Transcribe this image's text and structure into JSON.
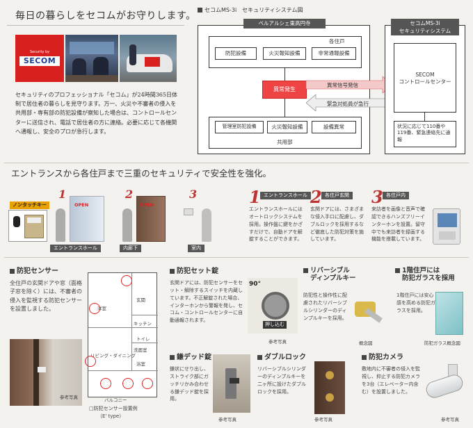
{
  "intro": {
    "headline": "毎日の暮らしをセコムがお守りします。",
    "body": "セキュリティのプロフェッショナル「セコム」が24時間365日体制で居住者の暮らしを見守ります。万一、火災や不審者の侵入を共用部・専有部の防犯設備が察知した場合は、コントロールセンターに送信され、電話で居住者の方に連絡。必要に応じて各機関へ通報し、安全のプロが急行します。",
    "logo_small": "Security by",
    "logo": "SECOM"
  },
  "system": {
    "title": "セコムMS-3i　セキュリティシステム図",
    "building": "ベルアルシェ東高円寺",
    "units_label": "各住戸",
    "unit_devices": [
      "防犯設備",
      "火災報知設備",
      "非常通報設備"
    ],
    "alarm": "異常発生",
    "common_devices": [
      "管理室防犯設備",
      "火災報知設備",
      "設備異常"
    ],
    "common_label": "共用部",
    "signal_send": "異常信号発信",
    "rush": "緊急対処員が急行",
    "ms3i_title_1": "セコムMS-3i",
    "ms3i_title_2": "セキュリティシステム",
    "center_1": "SECOM",
    "center_2": "コントロールセンター",
    "notify": "状況に応じて110番や119番、緊急連絡先に通報"
  },
  "triple": {
    "heading": "エントランスから各住戸まで三重のセキュリティで安全性を強化。",
    "nontouch": "ノンタッチキー",
    "open_1": "OPEN",
    "open_2": "OPEN",
    "num_1": "1",
    "num_2": "2",
    "num_3": "3",
    "scene_1": "エントランスホール",
    "scene_2": "内廊下",
    "scene_3": "室内",
    "steps": [
      {
        "num": "1",
        "label": "エントランスホール",
        "text": "エントランスホールにはオートロックシステムを採用。操作盤に鍵をかざすだけで、自動ドアを解錠することができます。"
      },
      {
        "num": "2",
        "label": "各住戸玄関",
        "text": "玄関ドアには、さまざまな侵入手口に配慮し、ダブルロックを採用するなど徹底した防犯対策を施しています。"
      },
      {
        "num": "3",
        "label": "各住戸内",
        "text": "来訪者を画像と音声で確認できるハンズフリーインターホンを設置。留守中でも来訪者を録画する機能を搭載しています。"
      }
    ]
  },
  "sensor": {
    "title": "防犯センサー",
    "text": "全住戸の玄関ドアや窓（面格子窓を除く）には、不審者の侵入を監視する防犯センサーを設置しました。",
    "photo_caption": "参考写真",
    "plan_caption_1": "□防犯センサー設置例",
    "plan_caption_2": "（E' type）",
    "room_labels": [
      "洋室",
      "玄関",
      "キッチン",
      "リビング・ダイニング",
      "洗面室",
      "浴室",
      "バルコニー",
      "トイレ"
    ]
  },
  "lock": {
    "title": "防犯セット錠",
    "text": "玄関ドアには、防犯センサーをセット・解除するスイッチを内蔵しています。不正解錠された場合、インターホンから警報を発し、セコム・コントロールセンターに自動通報されます。",
    "angle": "90°",
    "push": "押し込む",
    "caption": "参考写真"
  },
  "reversible": {
    "title_1": "リバーシブル",
    "title_2": "ディンプルキー",
    "text": "防犯性と操作性に配慮されたリバーシブルシリンダーのディンプルキーを採用。",
    "caption": "概念図"
  },
  "glass": {
    "title_1": "1階住戸には",
    "title_2": "防犯ガラスを採用",
    "text": "1階住戸には安心感を高める防犯ガラスを採用。",
    "caption": "防犯ガラス概念図"
  },
  "deadbolt": {
    "title": "鎌デッド錠",
    "text": "鎌状にせり出し、ストライク部にガッチリかみ合わせる鎌デッド錠を採用。",
    "caption": "参考写真"
  },
  "double": {
    "title": "ダブルロック",
    "text": "リバーシブルシリンダーのディンプルキーを二ヶ所に設けたダブルロックを採用。",
    "caption": "参考写真"
  },
  "camera": {
    "title": "防犯カメラ",
    "text": "敷地内に不審者の侵入を監視し、抑止する防犯カメラを3台（エレベーター内含む）を設置しました。",
    "caption": "参考写真"
  }
}
